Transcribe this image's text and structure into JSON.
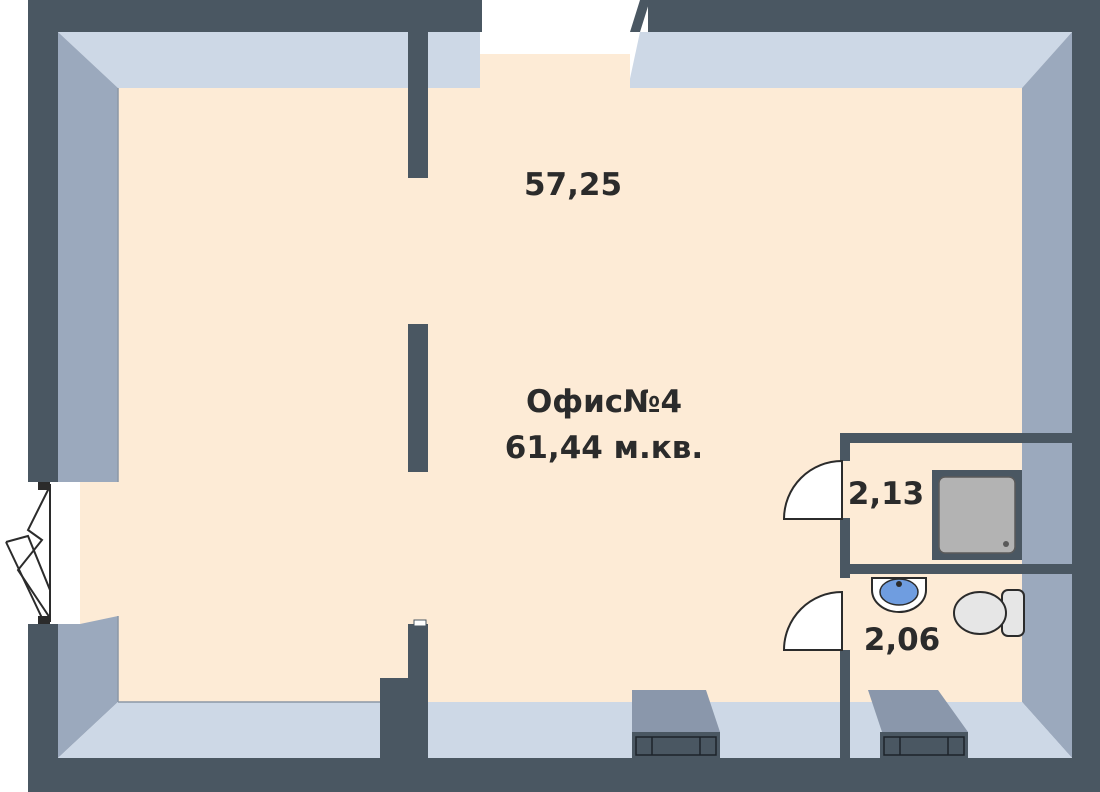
{
  "plan": {
    "office_title": "Офис№4",
    "office_area": "61,44 м.кв.",
    "main_room_area": "57,25",
    "shower_room_area": "2,13",
    "wc_area": "2,06"
  },
  "colors": {
    "wall": "#4a5762",
    "floor": "#fdebd6",
    "wall_face_top": "#cdd8e6",
    "wall_face_side": "#9ba9bd",
    "fixture_gray": "#b3b3b3",
    "sink_blue": "#6f9de0",
    "radiator": "#8a97ab"
  }
}
